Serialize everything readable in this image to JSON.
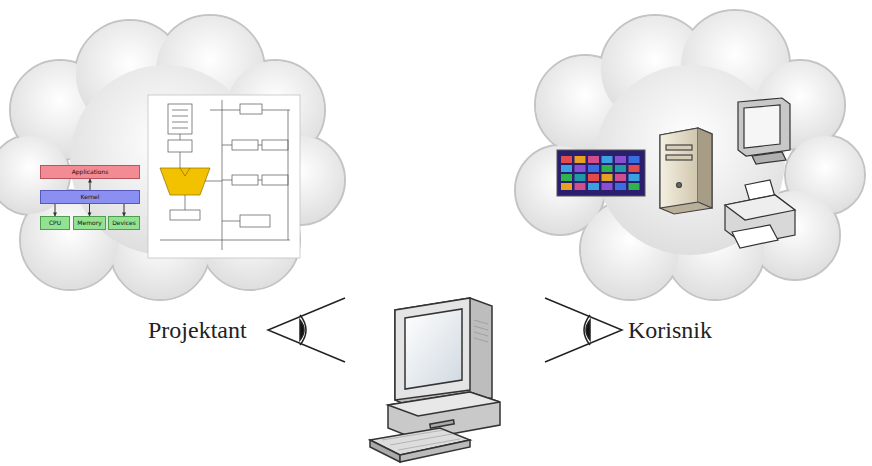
{
  "diagram": {
    "nodes": [
      {
        "text": [
          "Applications"
        ]
      },
      {
        "text": [
          "Kernel"
        ]
      },
      {
        "text": [
          "CPU"
        ]
      },
      {
        "text": [
          "Memory"
        ]
      },
      {
        "text": [
          "Devices"
        ]
      }
    ],
    "edges": [
      {
        "from": 1,
        "to": 0,
        "arrow": "to"
      },
      {
        "from": 1,
        "to": 2,
        "arrow": "to"
      },
      {
        "from": 1,
        "to": 3,
        "arrow": "to"
      },
      {
        "from": 1,
        "to": 4,
        "arrow": "to"
      }
    ],
    "labels": [
      "Projektant",
      "Korisnik"
    ]
  }
}
